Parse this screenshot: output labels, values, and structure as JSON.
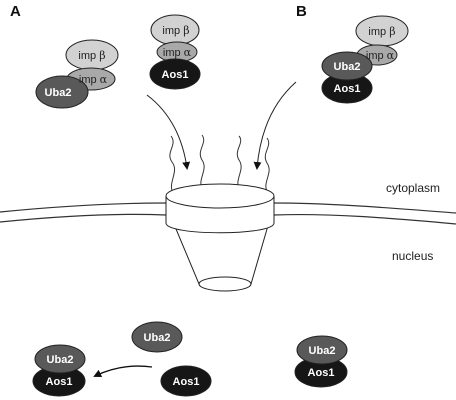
{
  "panel_letters": {
    "a": "A",
    "b": "B"
  },
  "regions": {
    "cytoplasm": "cytoplasm",
    "nucleus": "nucleus"
  },
  "proteins": {
    "imp_beta": {
      "prefix": "imp",
      "greek": "β"
    },
    "imp_alpha": {
      "prefix": "imp",
      "greek": "α"
    },
    "uba2": "Uba2",
    "aos1": "Aos1"
  },
  "colors": {
    "imp_beta": "#d2d2d2",
    "imp_alpha": "#a9a9a9",
    "uba2": "#595959",
    "aos1": "#161616",
    "background": "#ffffff"
  }
}
